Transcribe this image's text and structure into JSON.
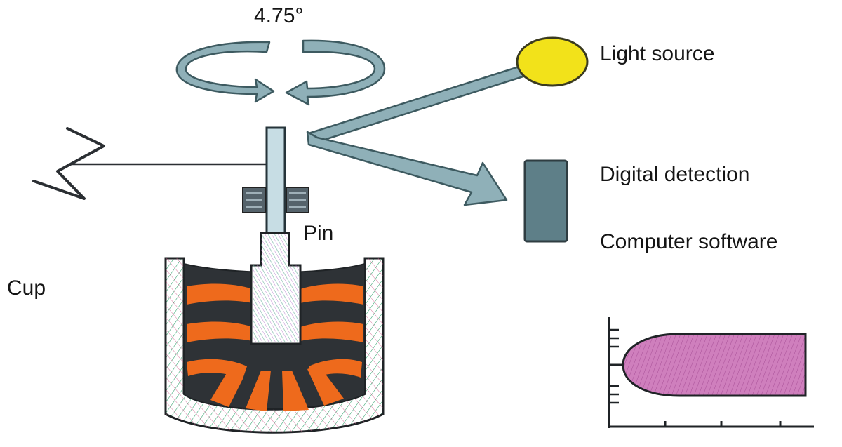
{
  "labels": {
    "angle": "4.75°",
    "light_source": "Light source",
    "digital_detection": "Digital detection",
    "computer_software": "Computer software",
    "pin": "Pin",
    "cup": "Cup"
  },
  "colors": {
    "arrow_fill": "#8fb0b8",
    "arrow_stroke": "#3d5a60",
    "light_bulb": "#f2e21a",
    "detector": "#5e7f88",
    "pin": "#c7dde4",
    "sample_orange": "#ee6a1c",
    "sample_black": "#2e3236",
    "cup_wall": "#ffffff",
    "graph_fill": "#c872b4",
    "outline": "#1f2326"
  },
  "icons": {
    "rotation": "rotation-arrows-icon",
    "light": "light-source-icon",
    "detector": "digital-detector-icon",
    "spring": "zigzag-spring-icon",
    "bearing": "bearing-block-icon",
    "graph": "result-graph-icon"
  }
}
